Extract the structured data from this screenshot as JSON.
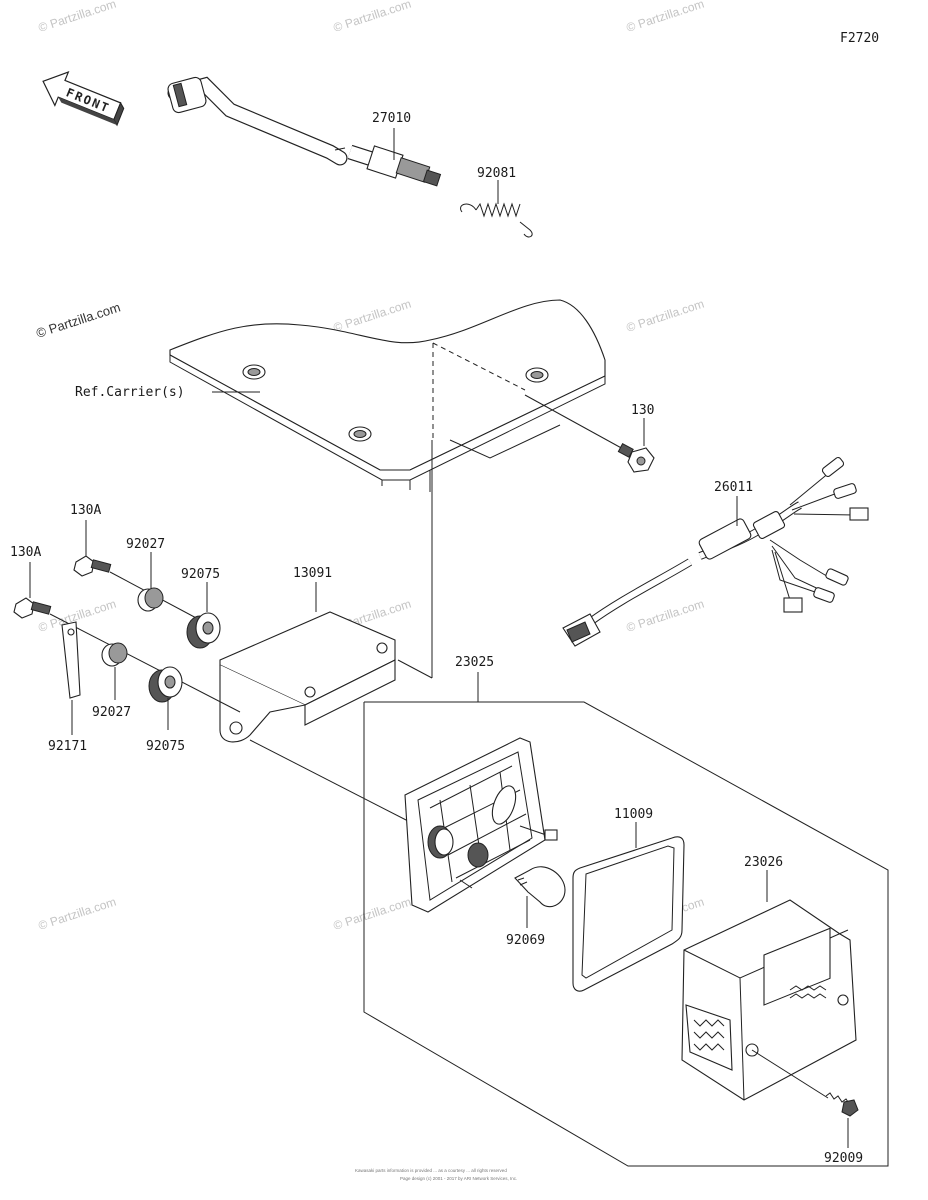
{
  "figure_code": "F2720",
  "front_arrow_text": "FRONT",
  "ref_label": "Ref.Carrier(s)",
  "watermark": "© Partzilla.com",
  "copyright_lines": [
    "Kawasaki parts information is provided ... as a courtesy ... all rights reserved",
    "Page design (c) 2001 - 2017 by ARI Network Services, Inc."
  ],
  "parts": [
    {
      "id": "p27010",
      "number": "27010"
    },
    {
      "id": "p92081",
      "number": "92081"
    },
    {
      "id": "p130",
      "number": "130"
    },
    {
      "id": "p26011",
      "number": "26011"
    },
    {
      "id": "p130A_1",
      "number": "130A"
    },
    {
      "id": "p92027_1",
      "number": "92027"
    },
    {
      "id": "p92075_1",
      "number": "92075"
    },
    {
      "id": "p13091",
      "number": "13091"
    },
    {
      "id": "p130A_2",
      "number": "130A"
    },
    {
      "id": "p92027_2",
      "number": "92027"
    },
    {
      "id": "p92075_2",
      "number": "92075"
    },
    {
      "id": "p92171",
      "number": "92171"
    },
    {
      "id": "p23025",
      "number": "23025"
    },
    {
      "id": "p11009",
      "number": "11009"
    },
    {
      "id": "p23026",
      "number": "23026"
    },
    {
      "id": "p92069",
      "number": "92069"
    },
    {
      "id": "p92009",
      "number": "92009"
    }
  ]
}
